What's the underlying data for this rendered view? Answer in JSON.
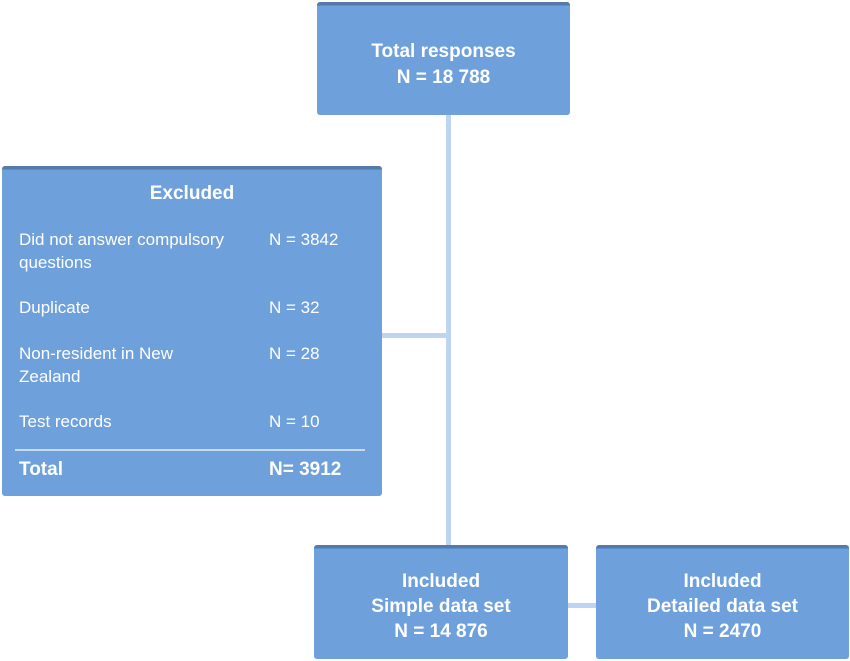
{
  "total_box": {
    "title": "Total responses",
    "count": "N = 18 788"
  },
  "excluded_box": {
    "title": "Excluded",
    "rows": [
      {
        "label": "Did not answer compulsory questions",
        "value": "N = 3842"
      },
      {
        "label": "Duplicate",
        "value": "N = 32"
      },
      {
        "label": "Non-resident in New Zealand",
        "value": "N = 28"
      },
      {
        "label": "Test records",
        "value": "N = 10"
      }
    ],
    "total_label": "Total",
    "total_value": "N= 3912"
  },
  "included_simple_box": {
    "title": "Included",
    "subtitle": "Simple data set",
    "count": "N = 14 876"
  },
  "included_detailed_box": {
    "title": "Included",
    "subtitle": "Detailed data set",
    "count": "N = 2470"
  },
  "colors": {
    "box_fill": "#6ea0dc",
    "box_top_border": "#5579a8",
    "connector": "#bdd5f1",
    "text": "#ffffff"
  }
}
